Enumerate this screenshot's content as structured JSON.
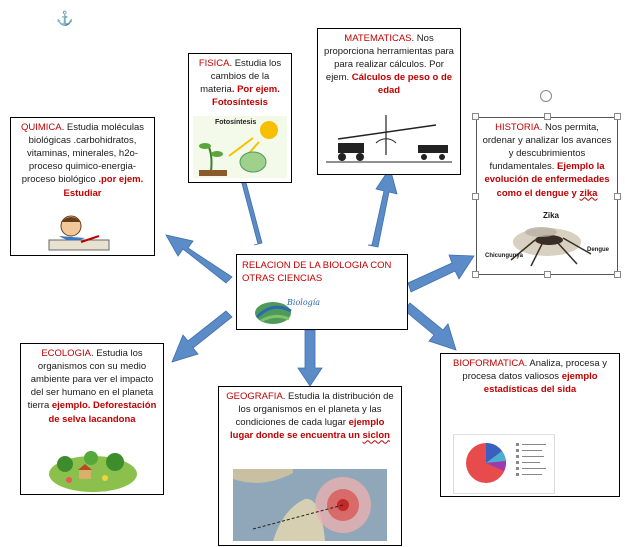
{
  "center": {
    "title": "RELACION DE LA BIOLOGIA CON OTRAS CIENCIAS",
    "logo_text": "Biología"
  },
  "fisica": {
    "title": "FISICA",
    "text": ". Estudia los cambios de la materia",
    "example": ". Por ejem. Fotosíntesis",
    "image_label": "Fotosíntesis"
  },
  "matematicas": {
    "title": "MATEMATICAS",
    "text": ". Nos proporciona herramientas para para realizar cálculos. Por ejem.",
    "example": "Cálculos de peso o de edad"
  },
  "quimica": {
    "title": "QUIMICA",
    "text": ". Estudia moléculas biológicas .carbohidratos, vitaminas, minerales, h2o- proceso quimico-energia-proceso biológico",
    "example": ".por ejem. Estudiar"
  },
  "historia": {
    "title": "HISTORIA",
    "text": ". Nos permita, ordenar y analizar los avances y descubrimientos fundamentales.",
    "example": "Ejemplo la evolución de enfermedades",
    "example2": "como el",
    "example3": "dengue y",
    "example4": "zika",
    "labels": {
      "zika": "Zika",
      "chik": "Chicungunya",
      "dengue": "Dengue"
    }
  },
  "ecologia": {
    "title": "ECOLOGIA",
    "text": ". Estudia los organismos con su medio ambiente para ver el impacto del ser humano en el planeta tierra",
    "example": "ejemplo. Deforestación de selva lacandona"
  },
  "geografia": {
    "title": "GEOGRAFIA",
    "text": ". Estudia la distribución de los organismos en el planeta y las condiciones de cada lugar",
    "example": "ejemplo lugar donde se encuentra un",
    "example_word": "siclon"
  },
  "bioformatica": {
    "title": "BIOFORMATICA",
    "text": ". Analiza, procesa y procesa datos valiosos",
    "example": "ejemplo estadísticas del sida"
  },
  "colors": {
    "arrow": "#5b8cc8",
    "arrow_stroke": "#3f6fae",
    "title_red": "#c00000"
  }
}
